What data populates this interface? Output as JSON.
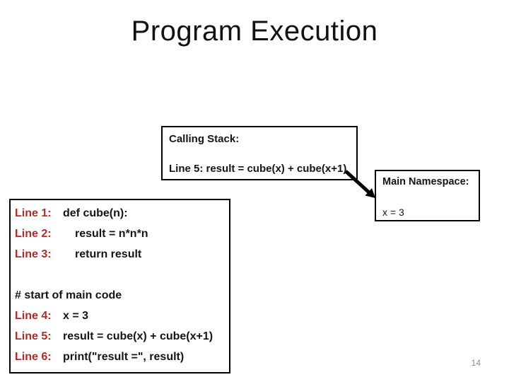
{
  "slide": {
    "title": "Program Execution",
    "page_number": "14"
  },
  "calling_stack": {
    "title": "Calling Stack:",
    "entry": "Line 5: result = cube(x) + cube(x+1)"
  },
  "main_namespace": {
    "title": "Main Namespace:",
    "entry": "x = 3"
  },
  "code": {
    "lines": [
      {
        "label": "Line 1:",
        "text": "def cube(n):"
      },
      {
        "label": "Line 2:",
        "text": "result = n*n*n"
      },
      {
        "label": "Line 3:",
        "text": "return result"
      },
      {
        "label": "",
        "text": ""
      },
      {
        "label": "",
        "text": "# start of main code"
      },
      {
        "label": "Line 4:",
        "text": "x = 3"
      },
      {
        "label": "Line 5:",
        "text": "result = cube(x) + cube(x+1)"
      },
      {
        "label": "Line 6:",
        "text": "print(\"result =\", result)"
      }
    ]
  },
  "colors": {
    "line_label_red": "#b02a2a",
    "text_black": "#141414",
    "page_number_gray": "#8c8c8c",
    "border_black": "#000000",
    "background": "#ffffff"
  }
}
